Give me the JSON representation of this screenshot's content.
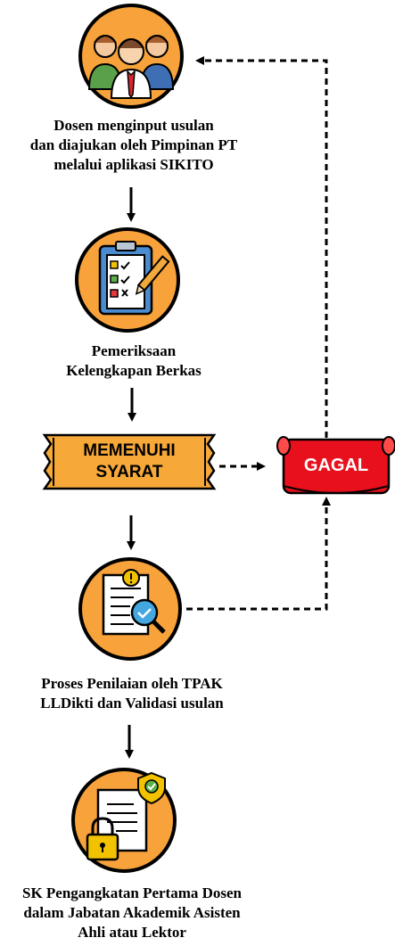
{
  "colors": {
    "accent_orange": "#f7a23a",
    "scroll_orange": "#f6a838",
    "fail_red": "#e8101c",
    "arrow": "#000000"
  },
  "step1": {
    "icon": "people-group-icon",
    "lines": [
      "Dosen menginput usulan",
      "dan diajukan oleh Pimpinan PT",
      "melalui aplikasi SIKITO"
    ]
  },
  "step2": {
    "icon": "clipboard-checklist-icon",
    "lines": [
      "Pemeriksaan",
      "Kelengkapan Berkas"
    ]
  },
  "decision": {
    "label_line1": "MEMENUHI",
    "label_line2": "SYARAT"
  },
  "fail": {
    "label": "GAGAL"
  },
  "step3": {
    "icon": "document-search-icon",
    "lines": [
      "Proses Penilaian oleh TPAK",
      "LLDikti dan Validasi usulan"
    ]
  },
  "step4": {
    "icon": "certified-document-lock-icon",
    "lines": [
      "SK Pengangkatan Pertama Dosen",
      "dalam Jabatan Akademik  Asisten",
      "Ahli atau Lektor"
    ]
  }
}
